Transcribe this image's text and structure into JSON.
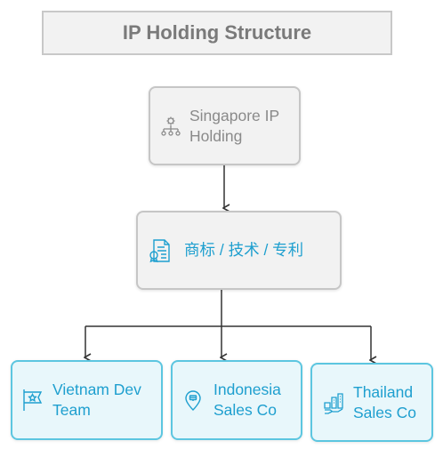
{
  "title": "IP Holding Structure",
  "nodes": {
    "holding": {
      "label": "Singapore IP\nHolding",
      "icon": "org-chart-gear-icon"
    },
    "ip": {
      "label": "商标 / 技术 / 专利",
      "icon": "certificate-document-icon"
    },
    "vietnam": {
      "label": "Vietnam Dev\nTeam",
      "icon": "flag-star-icon"
    },
    "indonesia": {
      "label": "Indonesia\nSales Co",
      "icon": "location-pin-icon"
    },
    "thailand": {
      "label": "Thailand\nSales Co",
      "icon": "buildings-handshake-icon"
    }
  },
  "colors": {
    "gray_text": "#8a8a8a",
    "blue_text": "#1e9fcf",
    "blue_border": "#5cc6e0",
    "blue_fill": "#e8f7fb",
    "gray_fill": "#f2f2f2",
    "connector": "#333333"
  }
}
